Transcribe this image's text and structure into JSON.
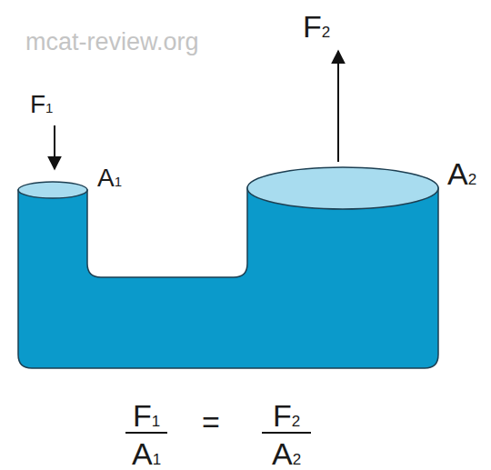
{
  "diagram": {
    "labels": [
      "mcat-review.org",
      "F1",
      "A1",
      "F2",
      "A2",
      "F1",
      "A1",
      "=",
      "F2",
      "A2"
    ]
  }
}
